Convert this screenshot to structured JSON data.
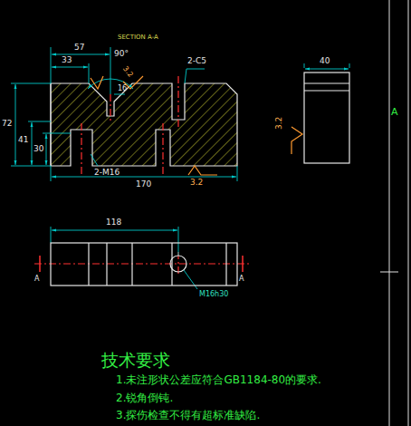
{
  "diagram": {
    "labels": [
      "SECTION A-A",
      "57",
      "33",
      "90°",
      "2-C5",
      "16",
      "3.2",
      "72",
      "41",
      "30",
      "2-M16",
      "170",
      "3.2",
      "40",
      "3.2",
      "A",
      "118",
      "A",
      "A",
      "M16h30",
      "技术要求",
      "1.未注形状公差应符合GB1184-80的要求.",
      "2.锐角倒钝.",
      "3.探伤检查不得有超标准缺陷."
    ]
  }
}
